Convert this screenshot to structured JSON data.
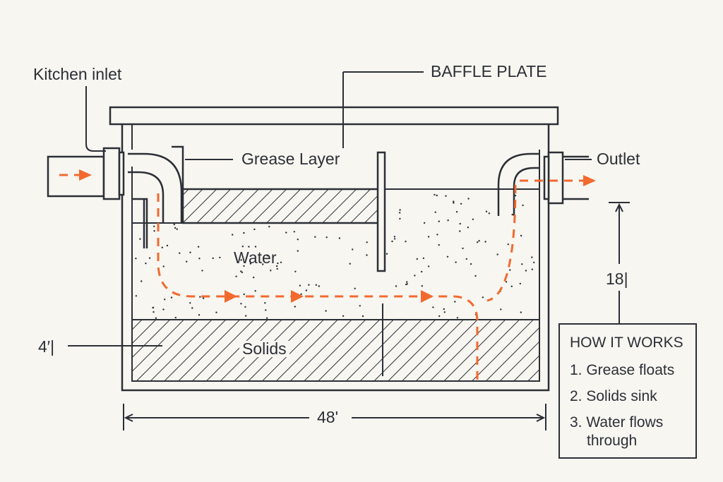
{
  "labels": {
    "kitchen_inlet": "Kitchen inlet",
    "baffle_plate": "BAFFLE PLATE",
    "grease_layer": "Grease Layer",
    "outlet": "Outlet",
    "water": "Water",
    "solids": "Solids",
    "depth_dimension": "4′",
    "width_dimension": "48'",
    "outlet_height_dimension": "18"
  },
  "how_it_works": {
    "title": "HOW IT WORKS",
    "steps": [
      "1. Grease floats",
      "2. Solids sink",
      "3. Water flows through"
    ]
  },
  "colors": {
    "line": "#2b2f36",
    "flow_arrow": "#f26a2e",
    "background": "#f8f6f1"
  }
}
